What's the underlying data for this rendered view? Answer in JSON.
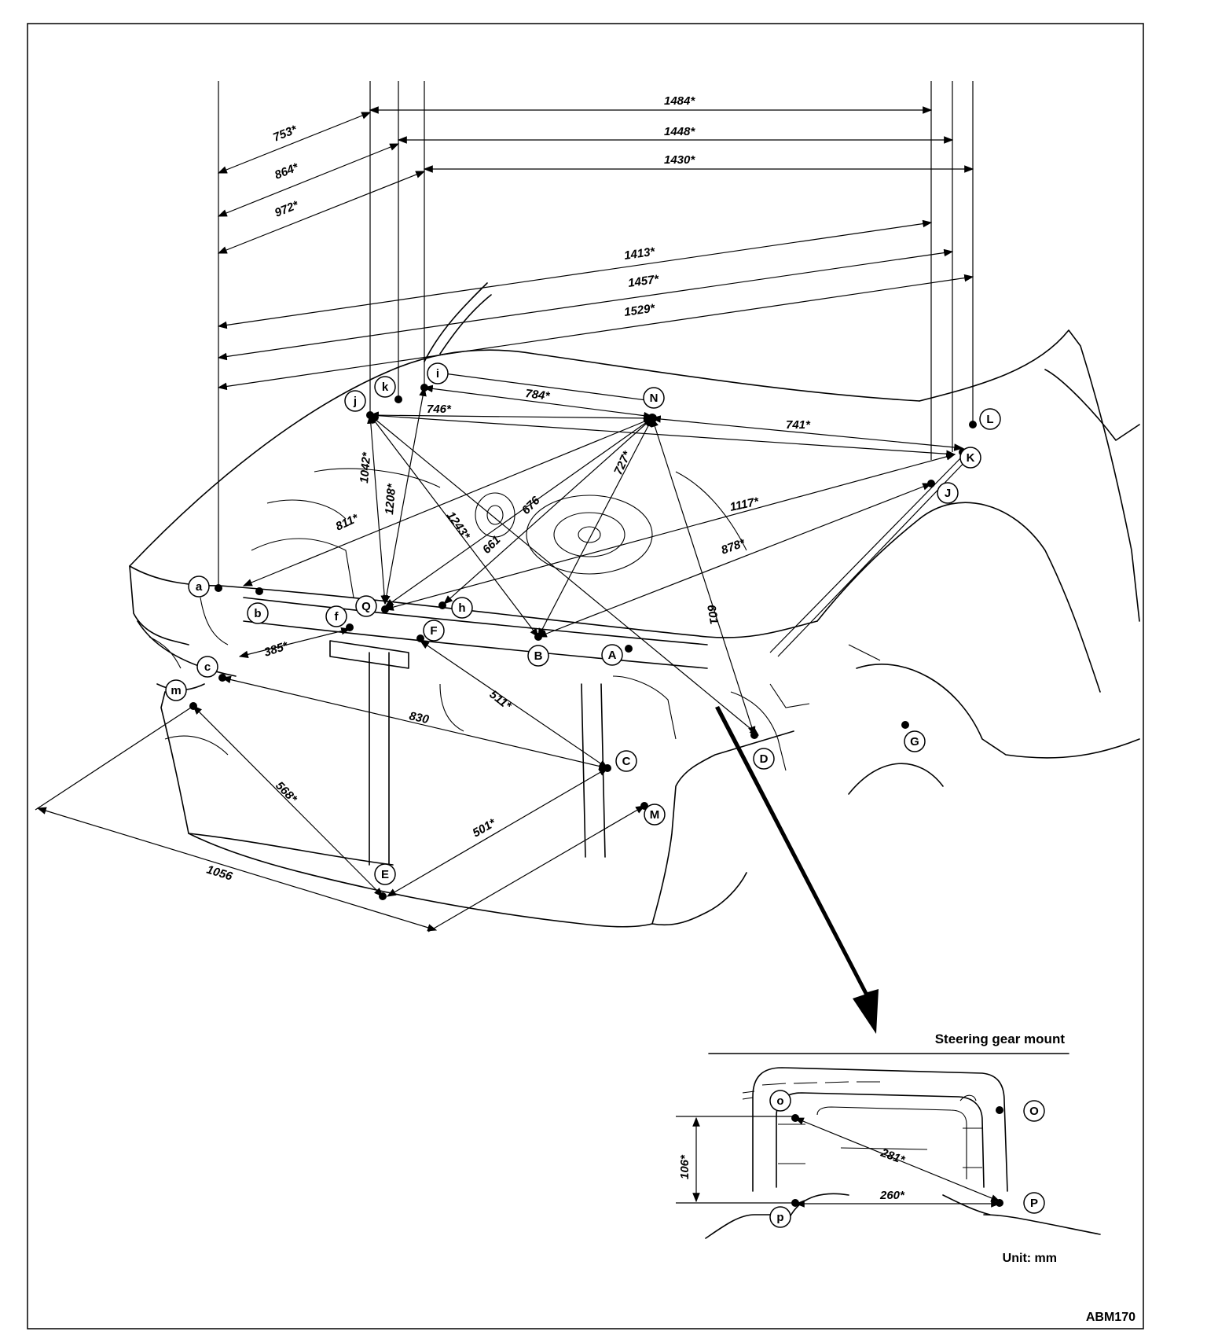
{
  "dimensions": {
    "d1484": "1484*",
    "d1448": "1448*",
    "d1430": "1430*",
    "d753": "753*",
    "d864": "864*",
    "d972": "972*",
    "d1413": "1413*",
    "d1457": "1457*",
    "d1529": "1529*",
    "d784": "784*",
    "d746": "746*",
    "d741": "741*",
    "d1042": "1042*",
    "d1208": "1208*",
    "d1243": "1243*",
    "d676": "676",
    "d661": "661",
    "d727": "727*",
    "d811": "811*",
    "d1117": "1117*",
    "d878": "878*",
    "d601": "601",
    "d385": "385*",
    "d511": "511*",
    "d830": "830",
    "d568": "568*",
    "d501": "501*",
    "d1056": "1056",
    "d106": "106*",
    "d281": "281*",
    "d260": "260*"
  },
  "points": {
    "a": "a",
    "b": "b",
    "c": "c",
    "f": "f",
    "Q": "Q",
    "h": "h",
    "F": "F",
    "B": "B",
    "A": "A",
    "C": "C",
    "D": "D",
    "E": "E",
    "G": "G",
    "J": "J",
    "K": "K",
    "L": "L",
    "M": "M",
    "N": "N",
    "i": "i",
    "j": "j",
    "k": "k",
    "m": "m",
    "o": "o",
    "O": "O",
    "p": "p",
    "P": "P"
  },
  "inset": {
    "title": "Steering gear mount",
    "unit": "Unit: mm"
  },
  "figure_code": "ABM170"
}
